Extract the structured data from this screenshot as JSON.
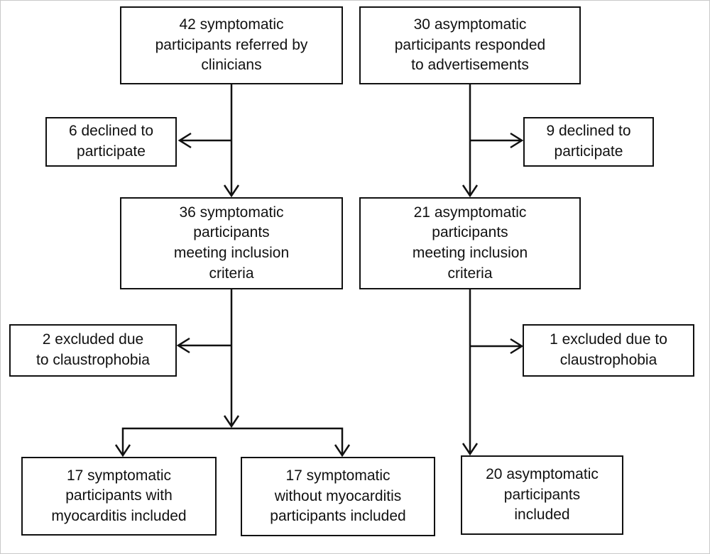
{
  "colors": {
    "line": "#111111",
    "background": "#ffffff"
  },
  "boxes": {
    "referred": {
      "text": "42 symptomatic\nparticipants referred by\nclinicians"
    },
    "responded": {
      "text": "30 asymptomatic\nparticipants responded\nto advertisements"
    },
    "declined_left": {
      "text": "6 declined to\nparticipate"
    },
    "declined_right": {
      "text": "9 declined to\nparticipate"
    },
    "inclusion_left": {
      "text": "36 symptomatic\nparticipants\nmeeting inclusion\ncriteria"
    },
    "inclusion_right": {
      "text": "21 asymptomatic\nparticipants\nmeeting inclusion\ncriteria"
    },
    "excluded_left": {
      "text": "2 excluded due\nto claustrophobia"
    },
    "excluded_right": {
      "text": "1 excluded due to\nclaustrophobia"
    },
    "with_myocarditis": {
      "text": "17 symptomatic\nparticipants with\nmyocarditis included"
    },
    "without_myocarditis": {
      "text": "17 symptomatic\nwithout myocarditis\nparticipants included"
    },
    "asymptomatic_included": {
      "text": "20 asymptomatic\nparticipants\nincluded"
    }
  }
}
